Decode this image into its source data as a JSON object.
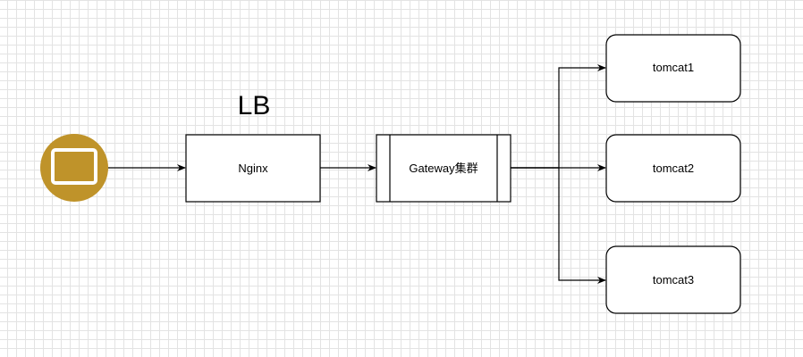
{
  "diagram": {
    "lb_label": "LB",
    "nginx_label": "Nginx",
    "gateway_label": "Gateway集群",
    "tomcats": [
      {
        "label": "tomcat1"
      },
      {
        "label": "tomcat2"
      },
      {
        "label": "tomcat3"
      }
    ],
    "client_icon": "monitor-icon",
    "colors": {
      "client_circle": "#bf932a",
      "stroke": "#000000"
    }
  }
}
